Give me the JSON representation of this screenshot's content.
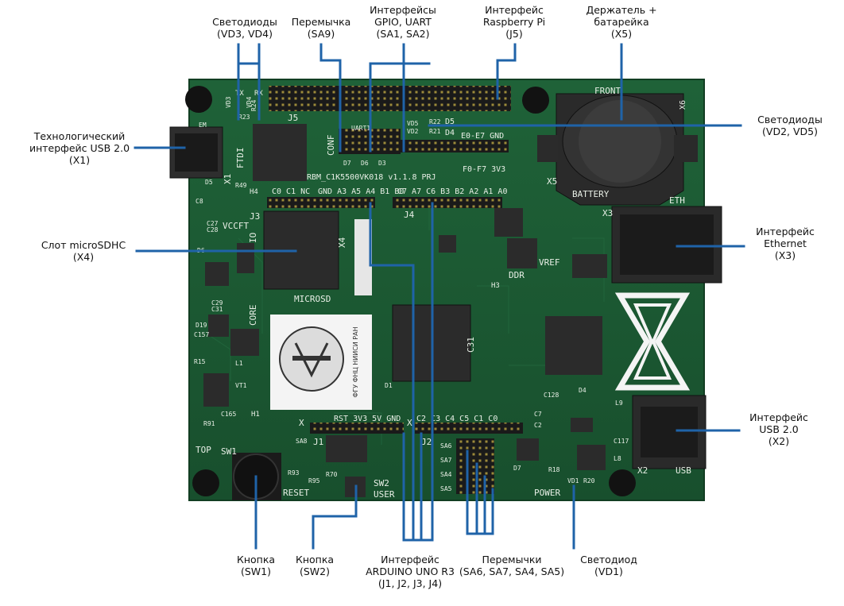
{
  "colors": {
    "pcb": "#1b5a33",
    "pcb_dark": "#154a2a",
    "leader": "#1f63a8",
    "chip": "#2a2a2a",
    "pin_header": "#1d1d1d",
    "silkscreen": "#e8efe6"
  },
  "callouts": {
    "leds_vd3_vd4": [
      "Светодиоды",
      "(VD3, VD4)"
    ],
    "jumper_sa9": [
      "Перемычка",
      "(SA9)"
    ],
    "gpio_uart": [
      "Интерфейсы",
      "GPIO, UART",
      "(SA1, SA2)"
    ],
    "raspberry": [
      "Интерфейс",
      "Raspberry Pi",
      "(J5)"
    ],
    "battery": [
      "Держатель +",
      "батарейка",
      "(X5)"
    ],
    "usb_tech": [
      "Технологический",
      "интерфейс USB 2.0",
      "(X1)"
    ],
    "leds_vd2_vd5": [
      "Светодиоды",
      "(VD2, VD5)"
    ],
    "microsd": [
      "Слот microSDHC",
      "(X4)"
    ],
    "ethernet": [
      "Интерфейс",
      "Ethernet",
      "(X3)"
    ],
    "usb_x2": [
      "Интерфейс",
      "USB 2.0",
      "(X2)"
    ],
    "button_sw1": [
      "Кнопка",
      "(SW1)"
    ],
    "button_sw2": [
      "Кнопка",
      "(SW2)"
    ],
    "arduino": [
      "Интерфейс",
      "ARDUINO UNO R3",
      "(J1, J2, J3, J4)"
    ],
    "jumpers": [
      "Перемычки",
      "(SA6, SA7, SA4, SA5)"
    ],
    "led_vd1": [
      "Светодиод",
      "(VD1)"
    ]
  },
  "silkscreen": {
    "board_name": "RBM_C1K5500VK018 v1.1.8 PRJ",
    "j5": "J5",
    "front": "FRONT",
    "battery": "BATTERY",
    "eth": "ETH",
    "x3": "X3",
    "x6": "X6",
    "x5": "X5",
    "x4": "X4",
    "x1": "X1",
    "x2": "X2",
    "usb": "USB",
    "microsd": "MICROSD",
    "ddr": "DDR",
    "core": "CORE",
    "vccft": "VCCFT",
    "ftdi": "FTDI",
    "vref": "VREF",
    "io": "IO",
    "conf": "CONF",
    "top": "TOP",
    "sw1": "SW1",
    "sw2": "SW2",
    "reset": "RESET",
    "user": "USER",
    "power": "POWER",
    "j1": "J1",
    "j2": "J2",
    "j3": "J3",
    "j4": "J4",
    "d5": "D5",
    "d4": "D4",
    "e0e7": "E0-E7 GND",
    "f0f7": "F0-F7 3V3",
    "tx": "TX",
    "rx": "RX",
    "x": "X",
    "logo_text": "ФГУ ФНЦ НИИСИ РАН",
    "j3_pins": "GND A3 A5 A4 B1 B0",
    "j4_pins": "C7 A7 C6 B3 B2 A2 A1 A0",
    "j2_pins": "C2 C3 C4 C5 C1 C0",
    "j1_pins": "RST 3V3 5V GND",
    "c_labels": "C0 C1 NC",
    "c31": "C31",
    "h1": "H1",
    "h3": "H3",
    "h4": "H4",
    "d7": "D7",
    "d6": "D6",
    "d3": "D3",
    "d1": "D1",
    "uart1": "UART1",
    "r22": "R22",
    "vd5": "VD5",
    "vd2": "VD2",
    "r21": "R21",
    "vd3": "VD3",
    "vd4": "VD4",
    "r23": "R23",
    "r24": "R24",
    "r49": "R49",
    "c8": "C8",
    "c27": "C27",
    "c28": "C28",
    "d6r": "D6",
    "d5l": "D5",
    "c29": "C29",
    "c31b": "C31",
    "c157": "C157",
    "d19": "D19",
    "r15": "R15",
    "l1": "L1",
    "vt1": "VT1",
    "r91": "R91",
    "c165": "C165",
    "sa8": "SA8",
    "r93": "R93",
    "r95": "R95",
    "r70": "R70",
    "sa6": "SA6",
    "sa7": "SA7",
    "sa4": "SA4",
    "sa5": "SA5",
    "d7b": "D7",
    "vd1": "VD1",
    "r20": "R20",
    "r18": "R18",
    "c7": "C7",
    "c2": "C2",
    "l9": "L9",
    "l8": "L8",
    "c117": "C117",
    "c128": "C128",
    "d4b": "D4",
    "em": "EM"
  }
}
